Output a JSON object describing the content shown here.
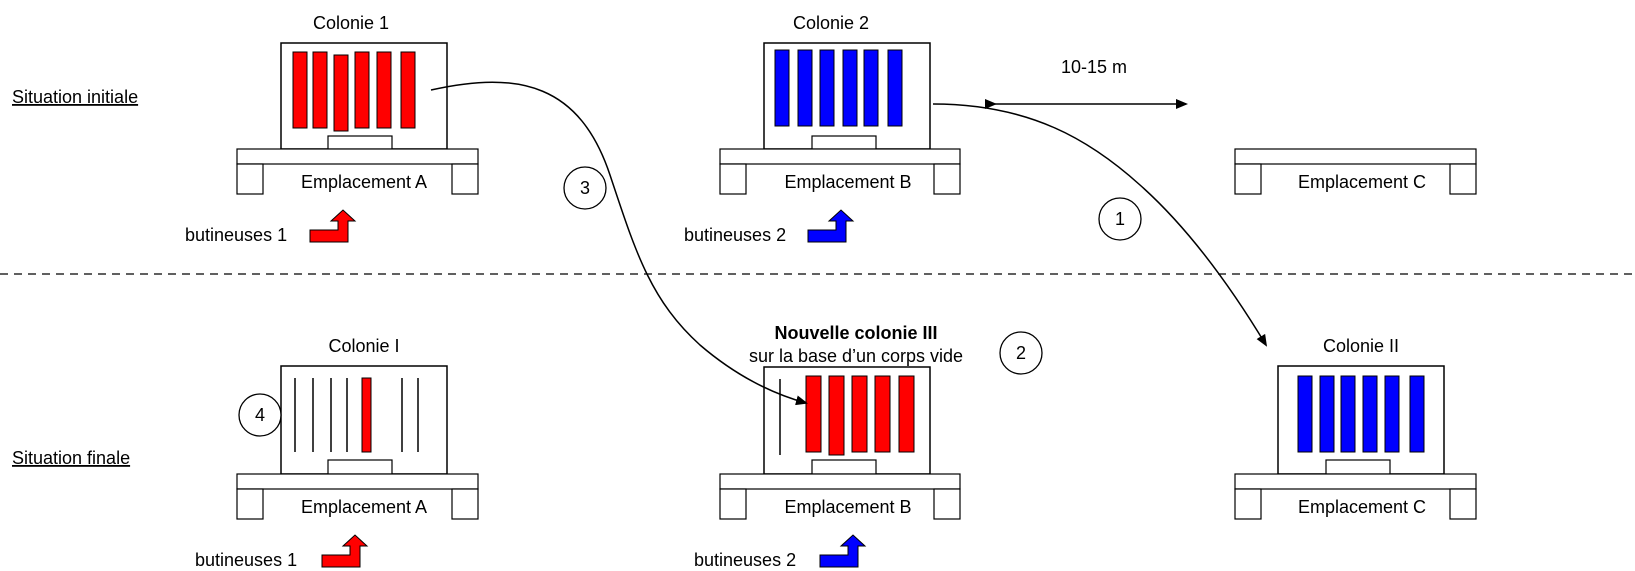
{
  "colors": {
    "red": "#ff0000",
    "blue": "#0000ff",
    "line": "#000000",
    "background": "#ffffff"
  },
  "rows": {
    "initial_label": "Situation initiale",
    "final_label": "Situation finale"
  },
  "distance_label": "10-15 m",
  "hives": {
    "colonie1": {
      "title": "Colonie 1",
      "location": "Emplacement A",
      "foragers": "butineuses 1",
      "frame_color": "red",
      "frames": 6
    },
    "colonie2": {
      "title": "Colonie 2",
      "location": "Emplacement B",
      "foragers": "butineuses 2",
      "frame_color": "blue",
      "frames": 6
    },
    "empty_c": {
      "location": "Emplacement C"
    },
    "colonieI": {
      "title": "Colonie I",
      "location": "Emplacement A",
      "foragers": "butineuses 1",
      "frame_color": "none",
      "frames": 6,
      "remaining_colored_frames": 1
    },
    "colonieIII": {
      "title": "Nouvelle colonie III",
      "subtitle": "sur la base d’un corps vide",
      "location": "Emplacement B",
      "foragers": "butineuses 2",
      "frame_color": "red",
      "frames": 5
    },
    "colonieII": {
      "title": "Colonie II",
      "location": "Emplacement C",
      "frame_color": "blue",
      "frames": 6
    }
  },
  "step_markers": [
    "1",
    "2",
    "3",
    "4"
  ],
  "icons": [
    "forager-arrow-red-icon",
    "forager-arrow-blue-icon",
    "double-arrow-icon"
  ]
}
